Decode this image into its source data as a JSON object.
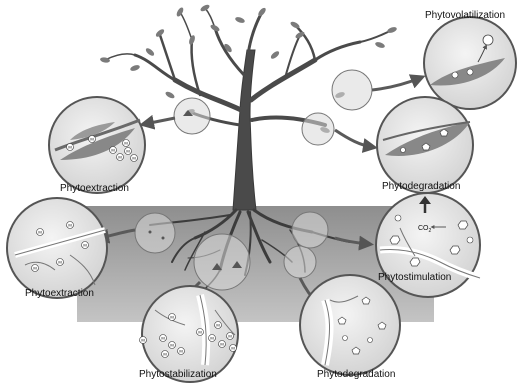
{
  "labels": {
    "phytovolatilization": "Phytovolatilization",
    "phytoextraction_top": "Phytoextraction",
    "phytodegradation_top": "Phytodegradation",
    "phytostimulation": "Phytostimulation",
    "phytoextraction_bottom": "Phytoextraction",
    "phytostabilization": "Phytostabilization",
    "phytodegradation_bottom": "Phytodegradation"
  },
  "metal_symbol": "M",
  "co2_label": "CO",
  "co2_subscript": "2",
  "colors": {
    "soil": "#9a9a9a",
    "trunk": "#4a4a4a",
    "leaf": "#7b7b7b",
    "bubble_fill": "#e6e6e6",
    "arrow": "#5a5a5a"
  }
}
